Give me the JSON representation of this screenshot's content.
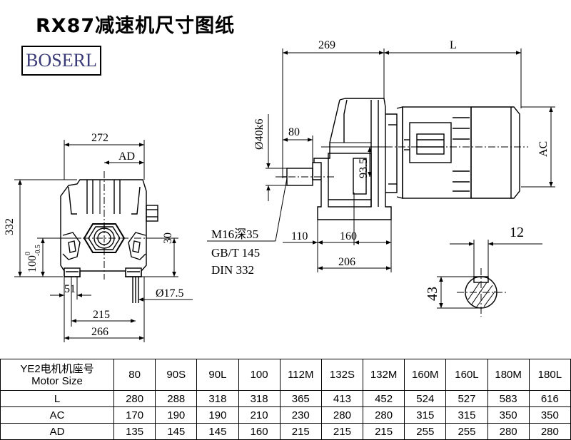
{
  "title": "RX87减速机尺寸图纸",
  "logo": "BOSERL",
  "dims": {
    "d272": "272",
    "dAD": "AD",
    "d332": "332",
    "d100": "100",
    "d100sup": "0",
    "d100sub": "-0.5",
    "d30": "30",
    "d51": "51",
    "d215": "215",
    "d17_5": "Ø17.5",
    "d266": "266",
    "d269": "269",
    "dL": "L",
    "d40k6": "Ø40k6",
    "d80": "80",
    "d93_5": "93.5",
    "dAC": "AC",
    "d110": "110",
    "d160": "160",
    "d206": "206",
    "d12": "12",
    "d43": "43"
  },
  "spec": {
    "line1": "M16深35",
    "line2": "GB/T 145",
    "line3": "DIN 332"
  },
  "table": {
    "header_cn": "YE2电机机座号",
    "header_en": "Motor Size",
    "sizes": [
      "80",
      "90S",
      "90L",
      "100",
      "112M",
      "132S",
      "132M",
      "160M",
      "160L",
      "180M",
      "180L"
    ],
    "rows": [
      {
        "label": "L",
        "values": [
          "280",
          "288",
          "318",
          "318",
          "365",
          "413",
          "452",
          "524",
          "527",
          "583",
          "616"
        ]
      },
      {
        "label": "AC",
        "values": [
          "170",
          "190",
          "190",
          "210",
          "230",
          "280",
          "280",
          "315",
          "315",
          "350",
          "350"
        ]
      },
      {
        "label": "AD",
        "values": [
          "135",
          "145",
          "145",
          "160",
          "215",
          "215",
          "215",
          "255",
          "255",
          "280",
          "280"
        ]
      }
    ]
  }
}
